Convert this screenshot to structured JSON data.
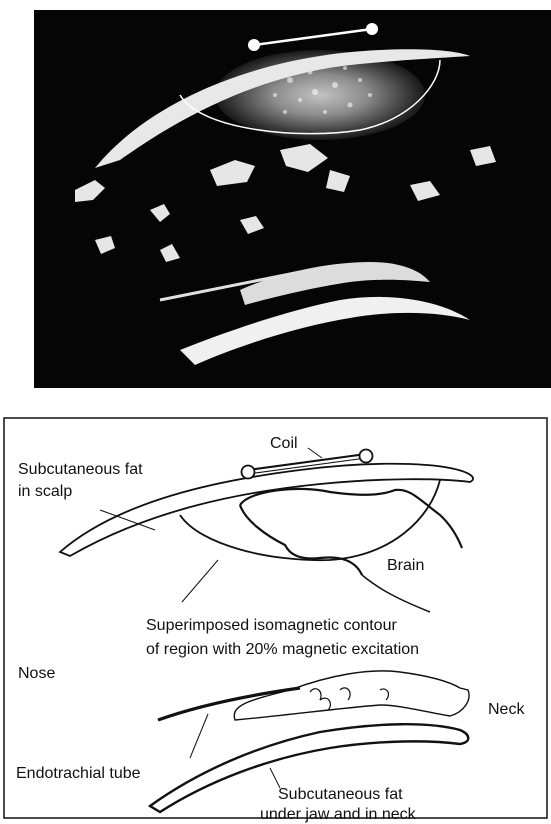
{
  "photo": {
    "description_icon": "mri-sagittal-scan-image"
  },
  "diagram": {
    "labels": {
      "coil": "Coil",
      "scalp_fat_line1": "Subcutaneous fat",
      "scalp_fat_line2": "in scalp",
      "brain": "Brain",
      "contour_line1": "Superimposed isomagnetic contour",
      "contour_line2": "of region with 20% magnetic excitation",
      "nose": "Nose",
      "neck": "Neck",
      "tube": "Endotrachial tube",
      "jaw_fat_line1": "Subcutaneous fat",
      "jaw_fat_line2": "under jaw and in neck"
    }
  },
  "colors": {
    "scan_background": "#050505",
    "line_ink": "#111111"
  }
}
